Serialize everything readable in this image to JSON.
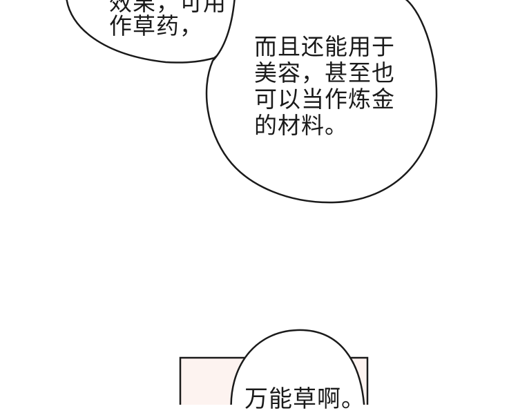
{
  "colors": {
    "background": "#ffffff",
    "bubble_fill": "#ffffff",
    "bubble_stroke": "#1a1a1a",
    "panel_fill": "#fdf3f0",
    "text": "#1a1a1a"
  },
  "top_bubble": {
    "line1": "效果，可用",
    "line2": "作草药，"
  },
  "main_bubble": {
    "line1": "而且还能用于",
    "line2": "美容，甚至也",
    "line3": "可以当作炼金",
    "line4": "的材料。"
  },
  "bottom_bubble": {
    "line1": "万能草啊。"
  }
}
